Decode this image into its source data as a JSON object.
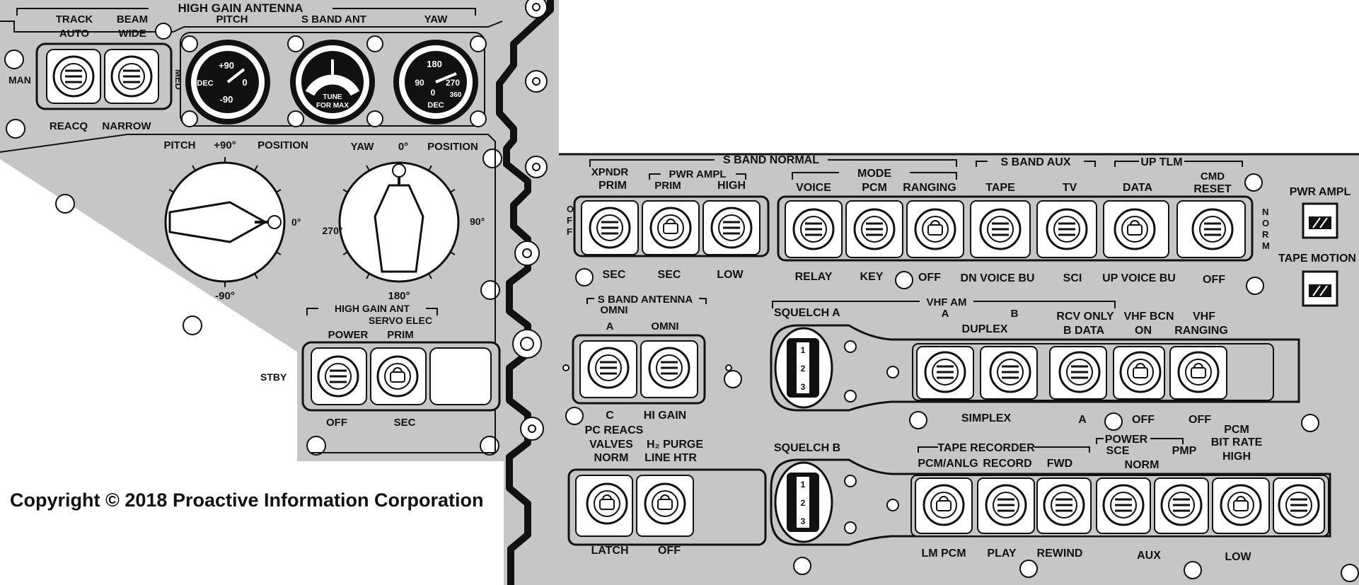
{
  "left_panel": {
    "hga_title": "HIGH GAIN ANTENNA",
    "track": "TRACK",
    "auto": "AUTO",
    "beam": "BEAM",
    "wide": "WIDE",
    "man": "MAN",
    "med": "MED",
    "reacq": "REACQ",
    "narrow": "NARROW",
    "pitch": "PITCH",
    "s_band_ant": "S BAND ANT",
    "yaw": "YAW",
    "meter_pitch": {
      "top": "+90",
      "mid": "DEC",
      "right": "0",
      "bottom": "-90"
    },
    "meter_sband": {
      "line1": "TUNE",
      "line2": "FOR MAX"
    },
    "meter_yaw": {
      "top": "180",
      "left": "90",
      "right": "270",
      "center": "0",
      "low": "360",
      "bottom": "DEC"
    },
    "pitch_position": {
      "label": "PITCH",
      "value": "+90°",
      "position": "POSITION",
      "right": "0°",
      "bottom": "-90°"
    },
    "yaw_position": {
      "label": "YAW",
      "value": "0°",
      "position": "POSITION",
      "left": "270°",
      "right": "90°",
      "bottom": "180°"
    },
    "hga_servo_title": "HIGH GAIN ANT",
    "servo_elec": "SERVO ELEC",
    "power": "POWER",
    "prim": "PRIM",
    "stby": "STBY",
    "off": "OFF",
    "sec": "SEC"
  },
  "s_band_normal": {
    "title": "S BAND NORMAL",
    "xpndr": "XPNDR",
    "prim": "PRIM",
    "pwr_ampl": "PWR AMPL",
    "pwr_prim": "PRIM",
    "high": "HIGH",
    "off_vertical": "OFF",
    "sec": "SEC",
    "sec2": "SEC",
    "low": "LOW",
    "mode": "MODE",
    "voice": "VOICE",
    "pcm": "PCM",
    "ranging": "RANGING",
    "relay": "RELAY",
    "key": "KEY",
    "off": "OFF"
  },
  "s_band_aux": {
    "title": "S BAND AUX",
    "tape": "TAPE",
    "tv": "TV",
    "dn_voice_bu": "DN VOICE BU",
    "sci": "SCI"
  },
  "up_tlm": {
    "title": "UP TLM",
    "data": "DATA",
    "cmd": "CMD",
    "reset": "RESET",
    "up_voice_bu": "UP VOICE BU",
    "off": "OFF",
    "norm_vertical": "NORM"
  },
  "right_side": {
    "pwr_ampl": "PWR AMPL",
    "tape_motion": "TAPE MOTION"
  },
  "s_band_antenna": {
    "title": "S BAND ANTENNA",
    "omni": "OMNI",
    "a": "A",
    "omni2": "OMNI",
    "c": "C",
    "hi_gain": "HI GAIN"
  },
  "vhf_am": {
    "title": "VHF AM",
    "squelch_a": "SQUELCH  A",
    "a": "A",
    "b": "B",
    "duplex": "DUPLEX",
    "rcv_only": "RCV ONLY",
    "b_data": "B DATA",
    "vhf_bcn": "VHF BCN",
    "on": "ON",
    "vhf": "VHF",
    "ranging": "RANGING",
    "simplex": "SIMPLEX",
    "a2": "A",
    "off": "OFF",
    "off2": "OFF",
    "thumbwheel": [
      "1",
      "2",
      "3"
    ]
  },
  "pc_reacs": {
    "title": "PC REACS",
    "valves": "VALVES",
    "norm": "NORM",
    "latch": "LATCH",
    "h2_purge": "H₂ PURGE",
    "line_htr": "LINE  HTR",
    "off": "OFF"
  },
  "squelch_b": {
    "label": "SQUELCH B",
    "thumbwheel": [
      "1",
      "2",
      "3"
    ]
  },
  "tape_recorder": {
    "title": "TAPE RECORDER",
    "pcm_anlg": "PCM/ANLG",
    "record": "RECORD",
    "fwd": "FWD",
    "lm_pcm": "LM PCM",
    "play": "PLAY",
    "rewind": "REWIND",
    "power": "POWER",
    "sce": "SCE",
    "pmp": "PMP",
    "norm": "NORM",
    "aux": "AUX",
    "pcm": "PCM",
    "bit_rate": "BIT RATE",
    "high": "HIGH",
    "low": "LOW"
  },
  "copyright": "Copyright © 2018 Proactive Information Corporation",
  "colors": {
    "panel": "#c6c6c6",
    "ink": "#111111",
    "background": "#ffffff"
  }
}
